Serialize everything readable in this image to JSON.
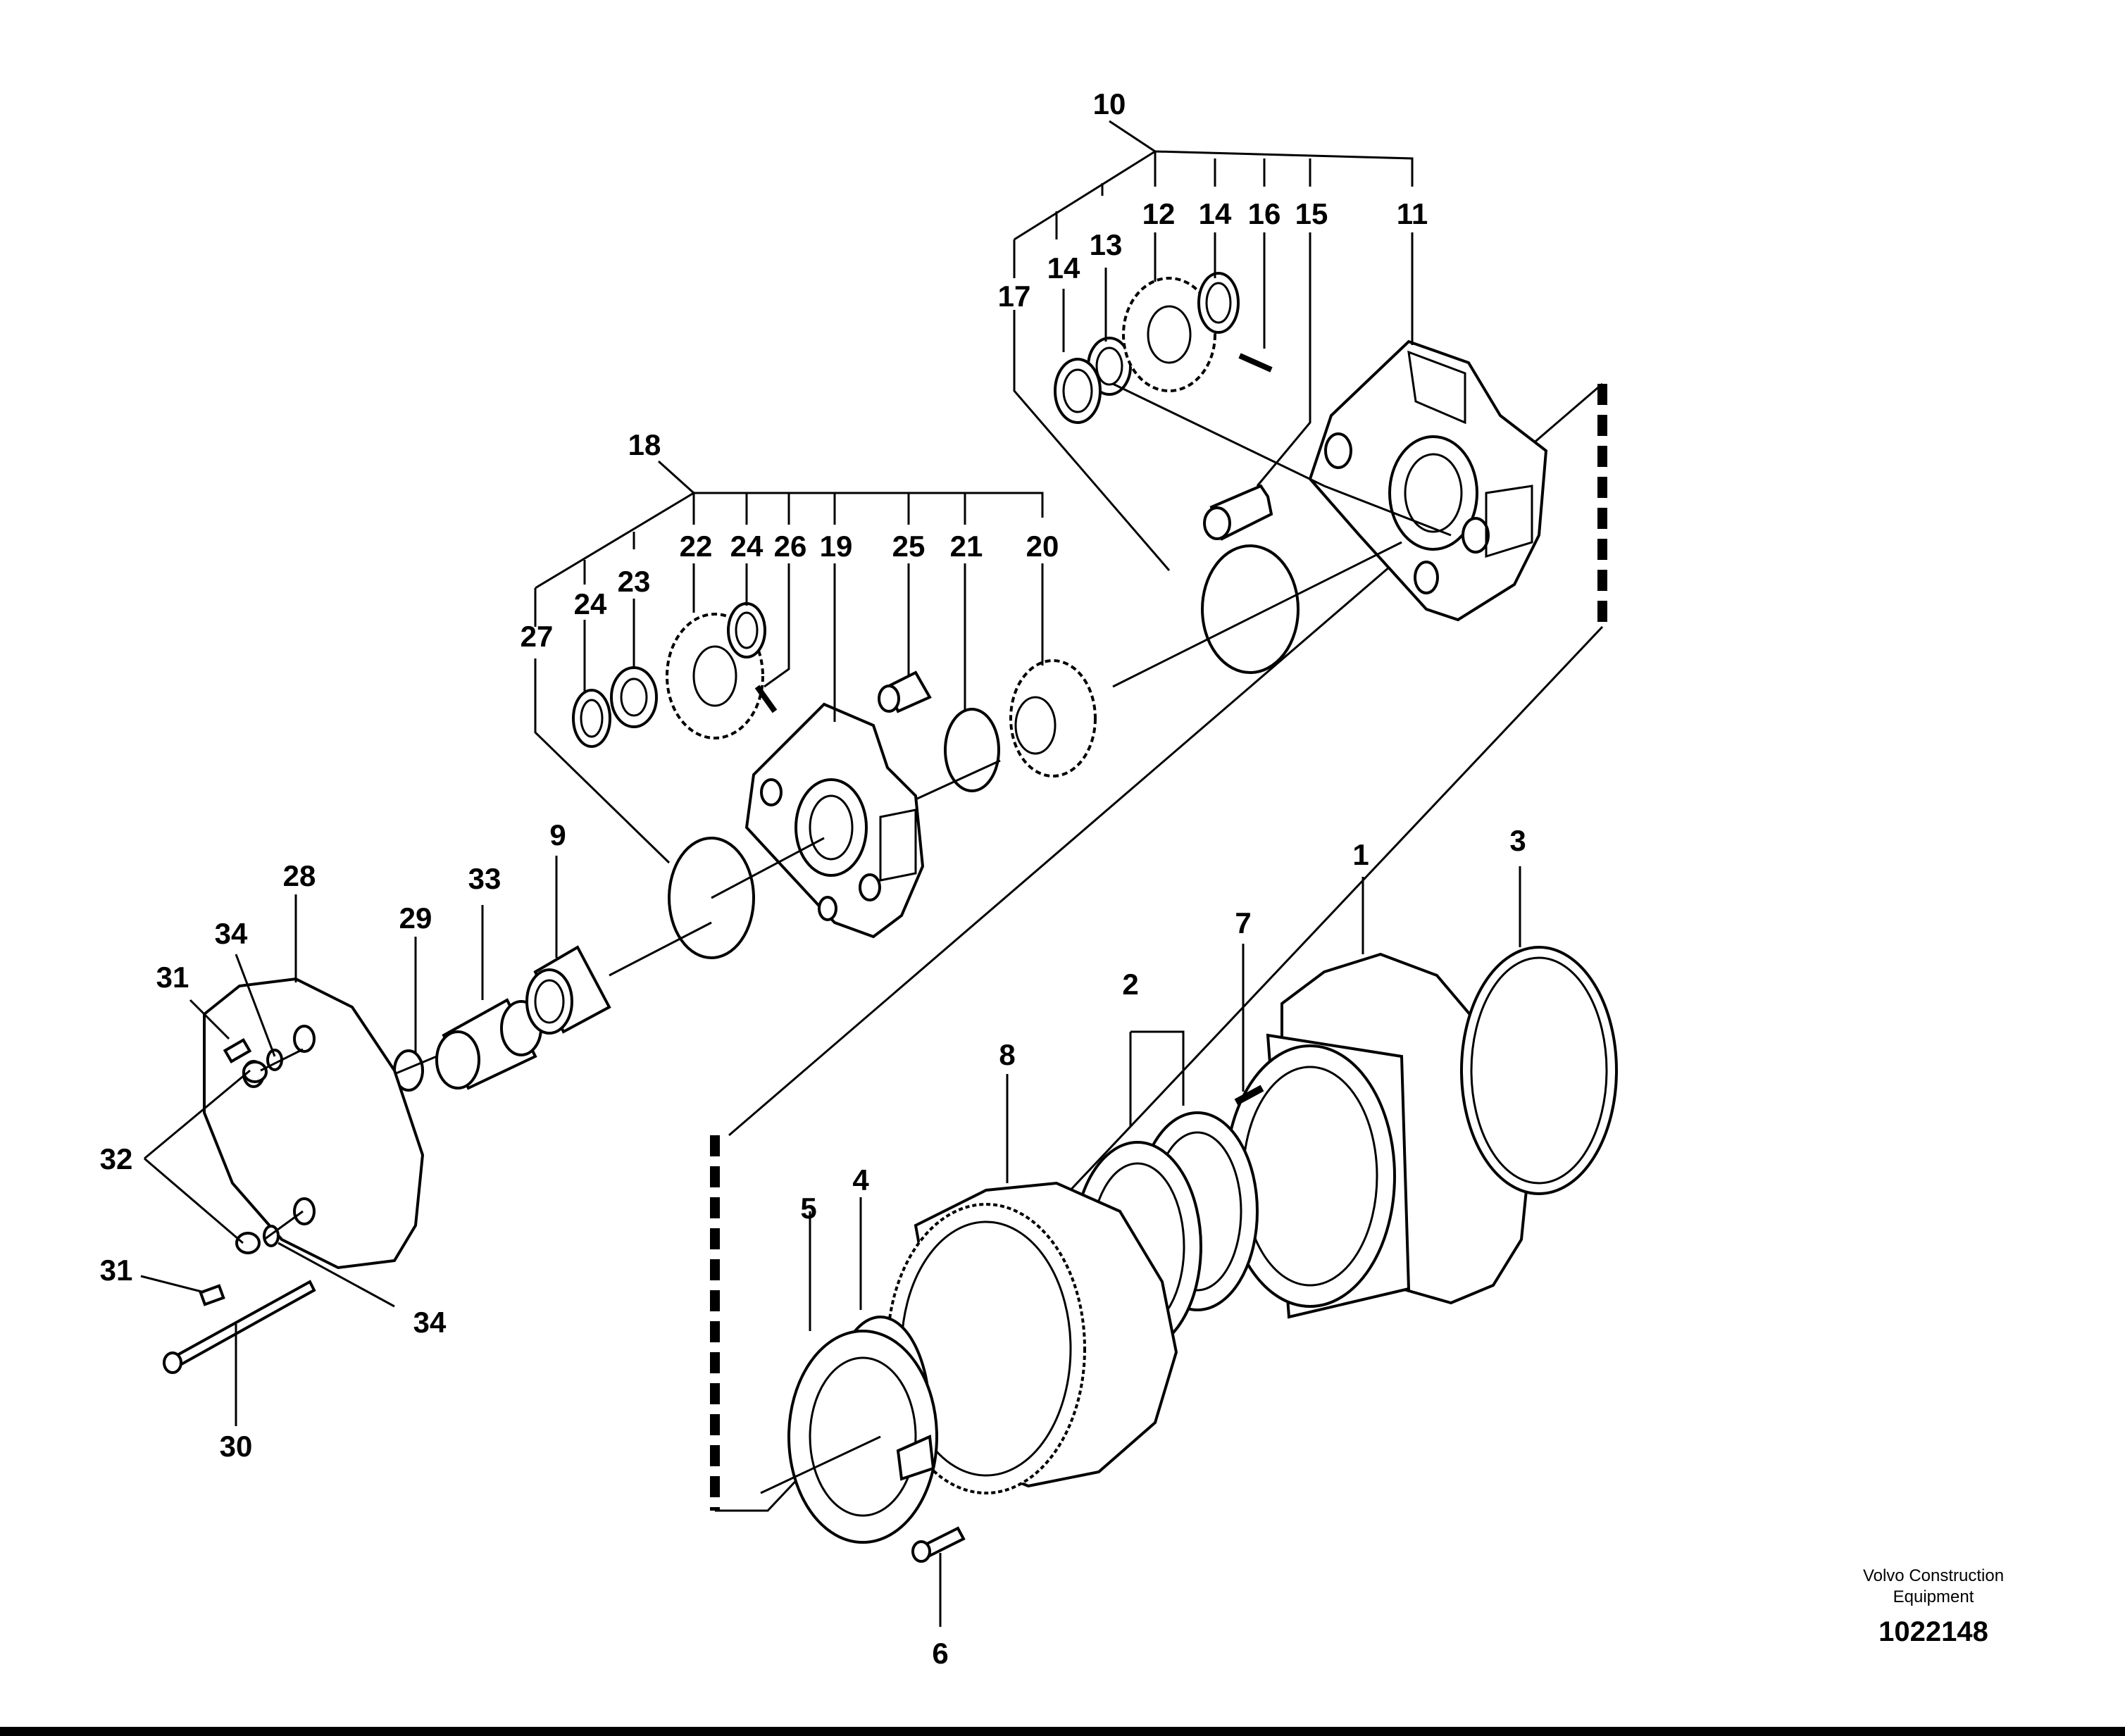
{
  "callouts": {
    "c10": "10",
    "c12": "12",
    "c14a": "14",
    "c16": "16",
    "c15": "15",
    "c11": "11",
    "c17": "17",
    "c14b": "14",
    "c13": "13",
    "c18": "18",
    "c22": "22",
    "c24a": "24",
    "c26": "26",
    "c19": "19",
    "c25": "25",
    "c21": "21",
    "c20": "20",
    "c23": "23",
    "c24b": "24",
    "c27": "27",
    "c9": "9",
    "c33": "33",
    "c29": "29",
    "c28": "28",
    "c34a": "34",
    "c31a": "31",
    "c32": "32",
    "c31b": "31",
    "c34b": "34",
    "c30": "30",
    "c1": "1",
    "c3": "3",
    "c7": "7",
    "c2": "2",
    "c8": "8",
    "c5": "5",
    "c4": "4",
    "c6": "6"
  },
  "credit": {
    "line1": "Volvo Construction",
    "line2": "Equipment",
    "number": "1022148"
  }
}
